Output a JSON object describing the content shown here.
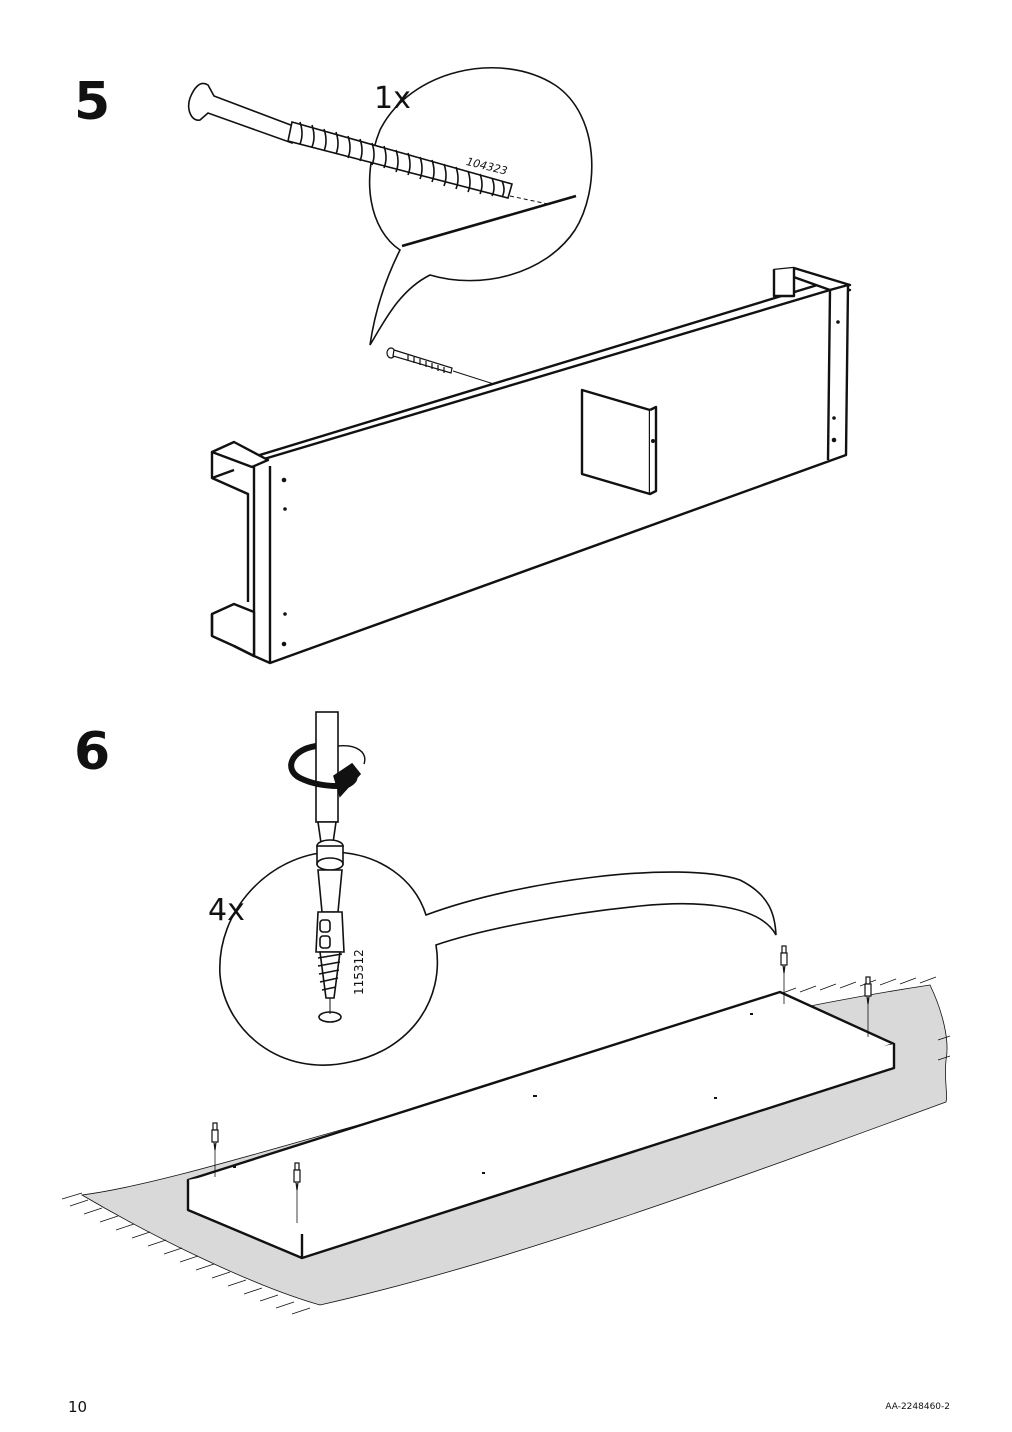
{
  "steps": [
    {
      "number": "5",
      "quantity": "1x",
      "part_number": "104323"
    },
    {
      "number": "6",
      "quantity": "4x",
      "part_number": "115312"
    }
  ],
  "footer": {
    "page_number": "10",
    "doc_code": "AA-2248460-2"
  },
  "colors": {
    "ink": "#111111",
    "floor_mat": "#d9d9d9",
    "paper": "#ffffff"
  }
}
